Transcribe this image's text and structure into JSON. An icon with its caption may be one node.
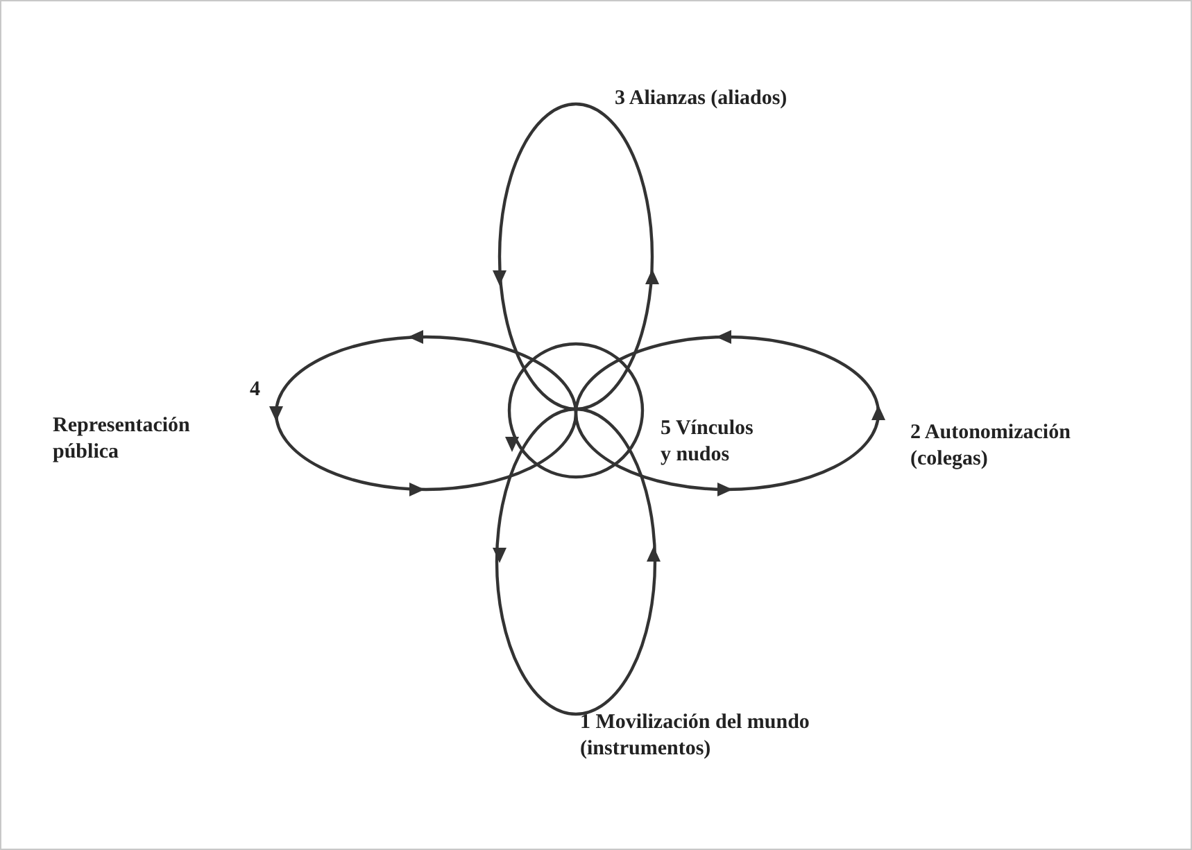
{
  "diagram": {
    "labels": [
      "3 Alianzas (aliados)",
      "4",
      "Representación pública",
      "5 Vínculos y nudos",
      "2 Autonomización (colegas)",
      "1 Movilización del mundo (instrumentos)"
    ]
  }
}
